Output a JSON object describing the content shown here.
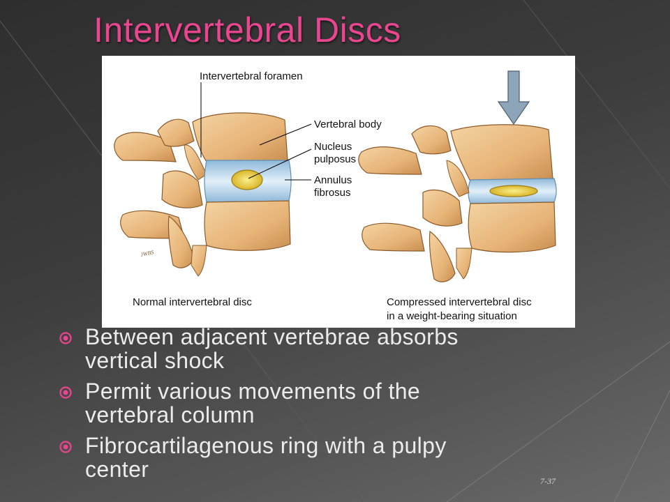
{
  "slide": {
    "title": "Intervertebral Discs",
    "slide_number": "7-37"
  },
  "figure": {
    "labels": {
      "intervertebral_foramen": "Intervertebral foramen",
      "vertebral_body": "Vertebral body",
      "nucleus_line1": "Nucleus",
      "nucleus_line2": "pulposus",
      "annulus_line1": "Annulus",
      "annulus_line2": "fibrosus"
    },
    "captions": {
      "normal": "Normal intervertebral disc",
      "compressed_line1": "Compressed intervertebral disc",
      "compressed_line2": "in a weight-bearing situation"
    },
    "signature": "JWBS"
  },
  "bullets": [
    {
      "line1": "Between adjacent vertebrae absorbs",
      "line2": "vertical shock"
    },
    {
      "line1": "Permit various movements of the",
      "line2": "vertebral column"
    },
    {
      "line1": "Fibrocartilagenous ring with a pulpy",
      "line2": "center"
    }
  ],
  "colors": {
    "title": "#e9468f",
    "bone": "#e9b77c",
    "disc": "#bcd9ee",
    "nucleus": "#eed84a",
    "arrow": "#8ea4b8"
  }
}
